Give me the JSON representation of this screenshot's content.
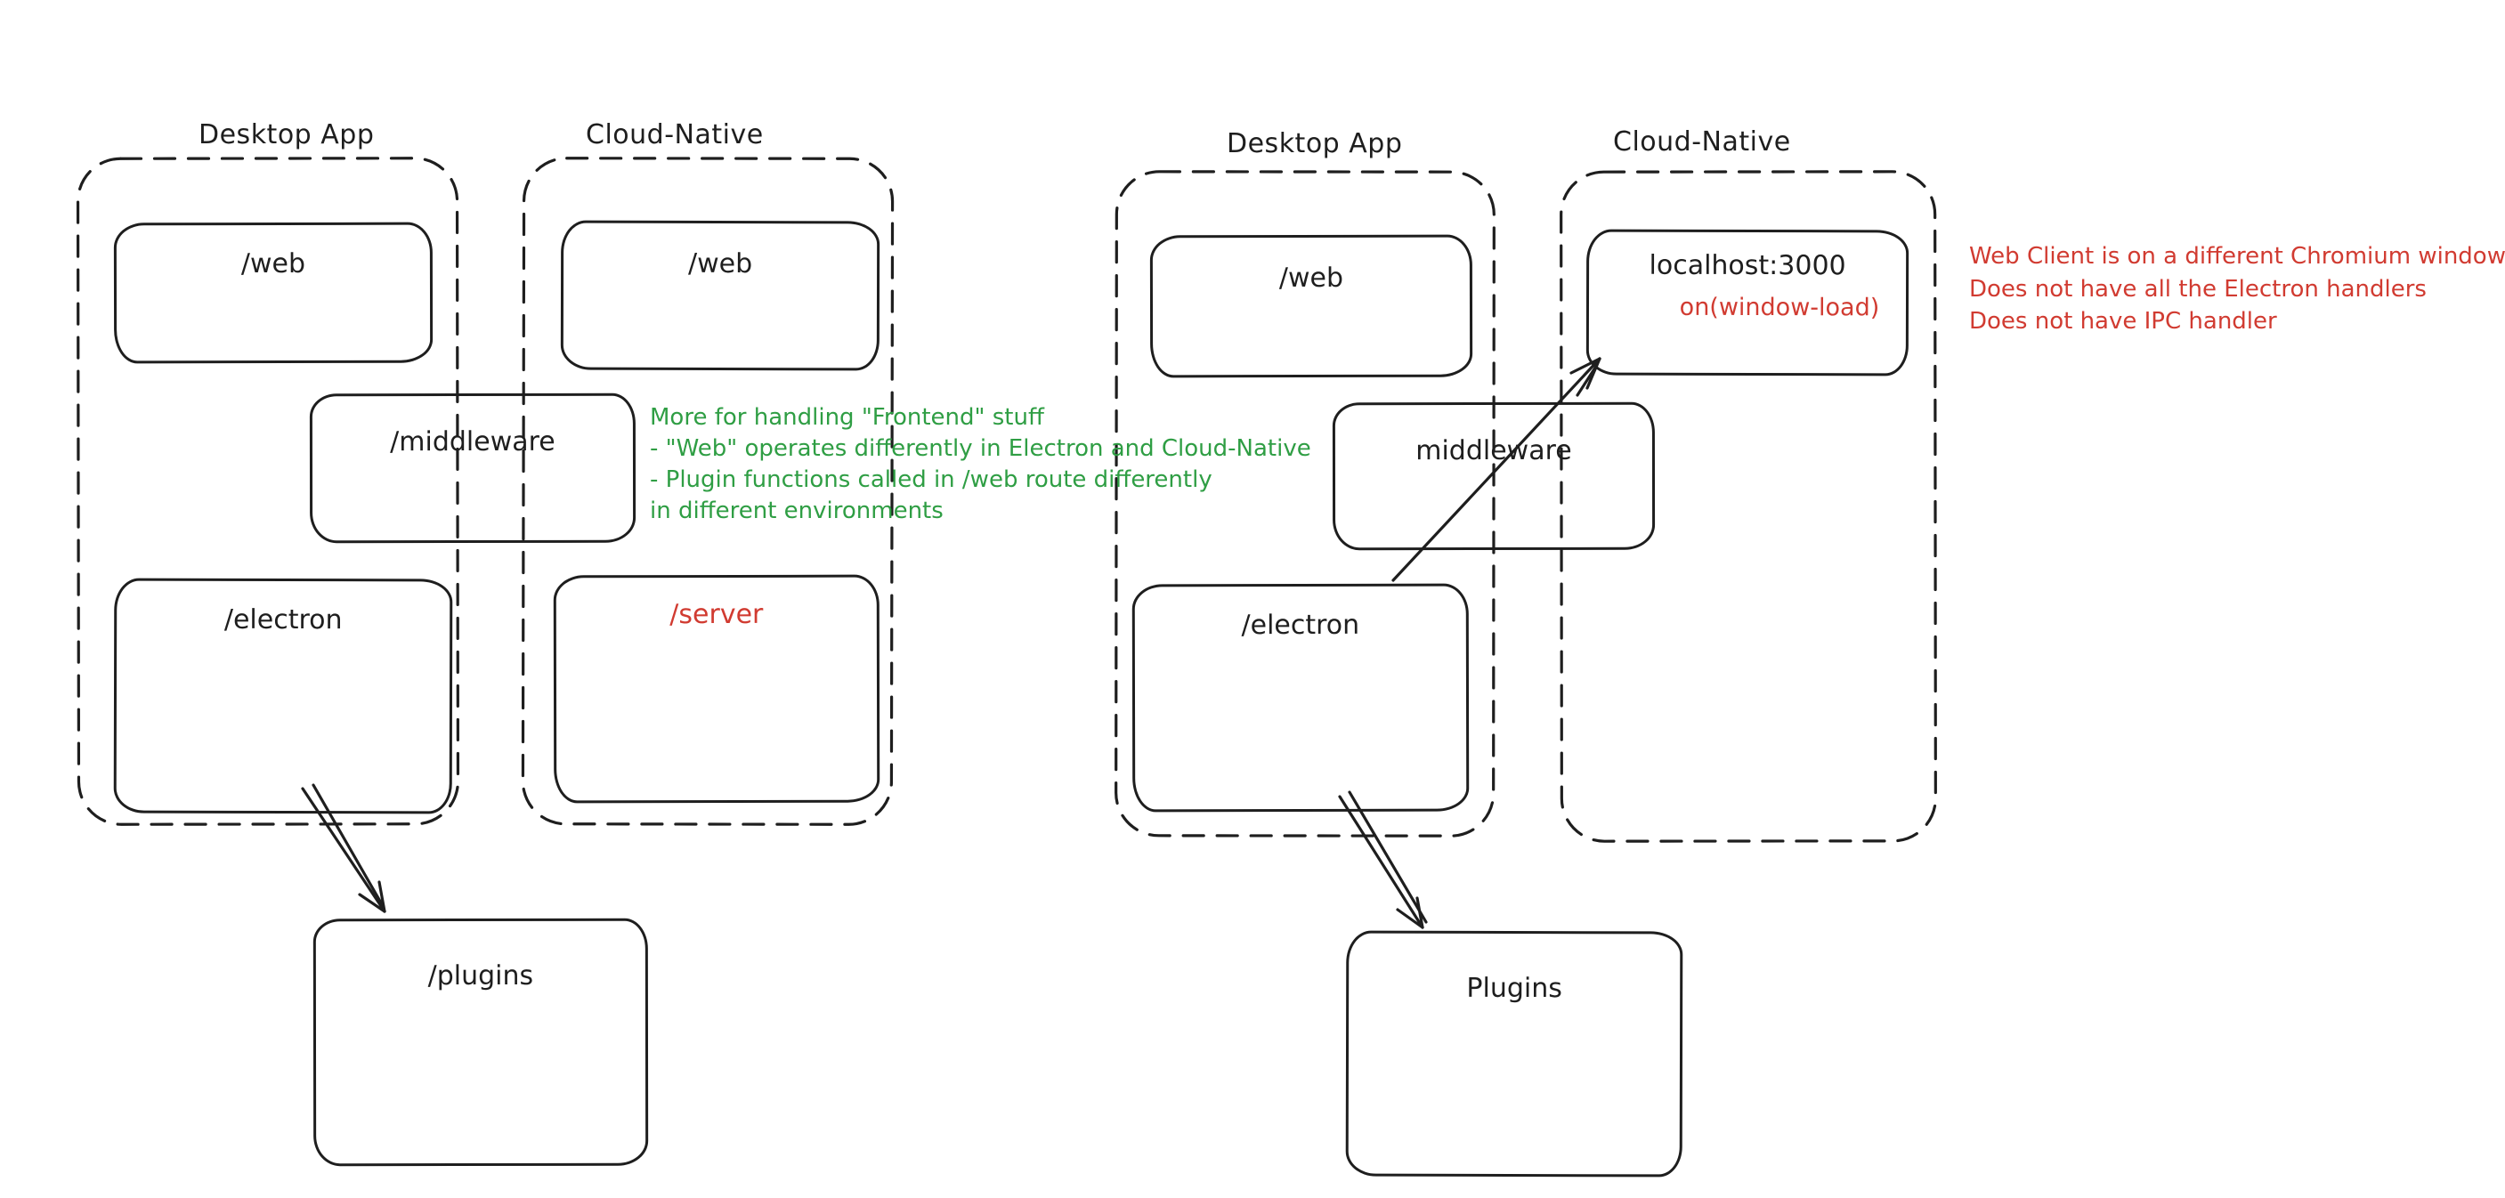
{
  "colors": {
    "ink": "#1e1e1e",
    "green": "#2f9e44",
    "red": "#d13b31",
    "background": "#ffffff"
  },
  "left": {
    "desktop_title": "Desktop App",
    "cloud_title": "Cloud-Native",
    "desktop_web": "/web",
    "cloud_web": "/web",
    "middleware": "/middleware",
    "electron": "/electron",
    "server": "/server",
    "plugins": "/plugins",
    "green_note": [
      "More for handling \"Frontend\" stuff",
      "- \"Web\" operates differently in Electron and Cloud-Native",
      "- Plugin functions called in /web route differently",
      "in different environments"
    ]
  },
  "right": {
    "desktop_title": "Desktop App",
    "cloud_title": "Cloud-Native",
    "desktop_web": "/web",
    "localhost": "localhost:3000",
    "window_load": "on(window-load)",
    "middleware": "middleware",
    "electron": "/electron",
    "plugins": "Plugins",
    "red_note": [
      "Web Client is on a different Chromium window",
      "Does not have all the Electron handlers",
      "Does not have IPC handler"
    ]
  }
}
